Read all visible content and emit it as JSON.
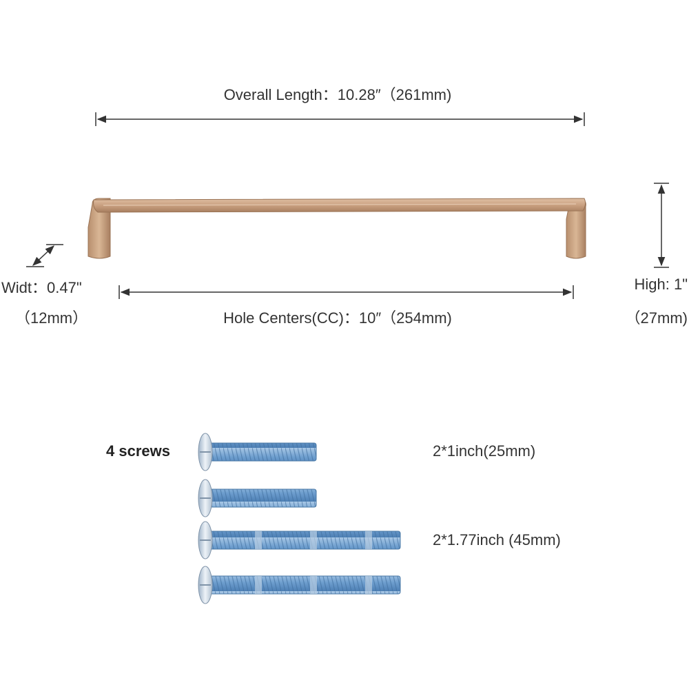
{
  "dimensions": {
    "overall_length": "Overall Length：10.28″（261mm)",
    "hole_centers": "Hole Centers(CC)：10″（254mm)",
    "width": "Widt：0.47\"",
    "width_mm": "（12mm）",
    "height": "High: 1\"",
    "height_mm": "（27mm)"
  },
  "screws": {
    "title": "4 screws",
    "short_label": "2*1inch(25mm)",
    "long_label": "2*1.77inch (45mm)"
  },
  "colors": {
    "handle": "#c9a080",
    "handle_shadow": "#a87f60",
    "handle_highlight": "#e0c0a4",
    "screw_thread": "#7aa6d2",
    "screw_head": "#c8d4e0",
    "dimension_line": "#333333"
  }
}
